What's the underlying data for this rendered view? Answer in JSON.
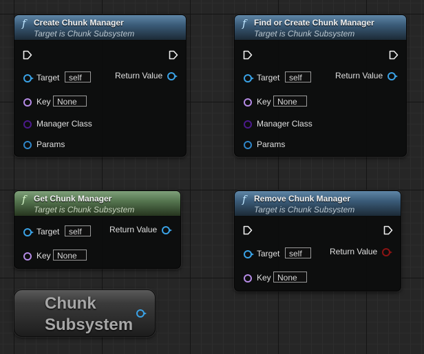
{
  "nodes": {
    "create": {
      "glyph": "f",
      "title": "Create Chunk Manager",
      "subtitle": "Target is Chunk Subsystem",
      "target_label": "Target",
      "target_value": "self",
      "key_label": "Key",
      "key_value": "None",
      "manager_class_label": "Manager Class",
      "params_label": "Params",
      "return_label": "Return Value"
    },
    "find_or_create": {
      "glyph": "f",
      "title": "Find or Create Chunk Manager",
      "subtitle": "Target is Chunk Subsystem",
      "target_label": "Target",
      "target_value": "self",
      "key_label": "Key",
      "key_value": "None",
      "manager_class_label": "Manager Class",
      "params_label": "Params",
      "return_label": "Return Value"
    },
    "get": {
      "glyph": "f",
      "title": "Get Chunk Manager",
      "subtitle": "Target is Chunk Subsystem",
      "target_label": "Target",
      "target_value": "self",
      "key_label": "Key",
      "key_value": "None",
      "return_label": "Return Value"
    },
    "remove": {
      "glyph": "f",
      "title": "Remove Chunk Manager",
      "subtitle": "Target is Chunk Subsystem",
      "target_label": "Target",
      "target_value": "self",
      "key_label": "Key",
      "key_value": "None",
      "return_label": "Return Value"
    },
    "subsystem": {
      "label": "Chunk Subsystem"
    }
  },
  "colors": {
    "object_pin": "#3aa2e6",
    "name_pin": "#b58be6",
    "class_pin": "#4b1a8c",
    "struct_pin": "#2f86c9",
    "bool_pin": "#8c1313",
    "function_header": "#3a5b78",
    "pure_function_header": "#55754f"
  },
  "icons": {
    "function": "function-icon",
    "exec": "exec-pin-icon",
    "data": "data-pin-icon"
  }
}
